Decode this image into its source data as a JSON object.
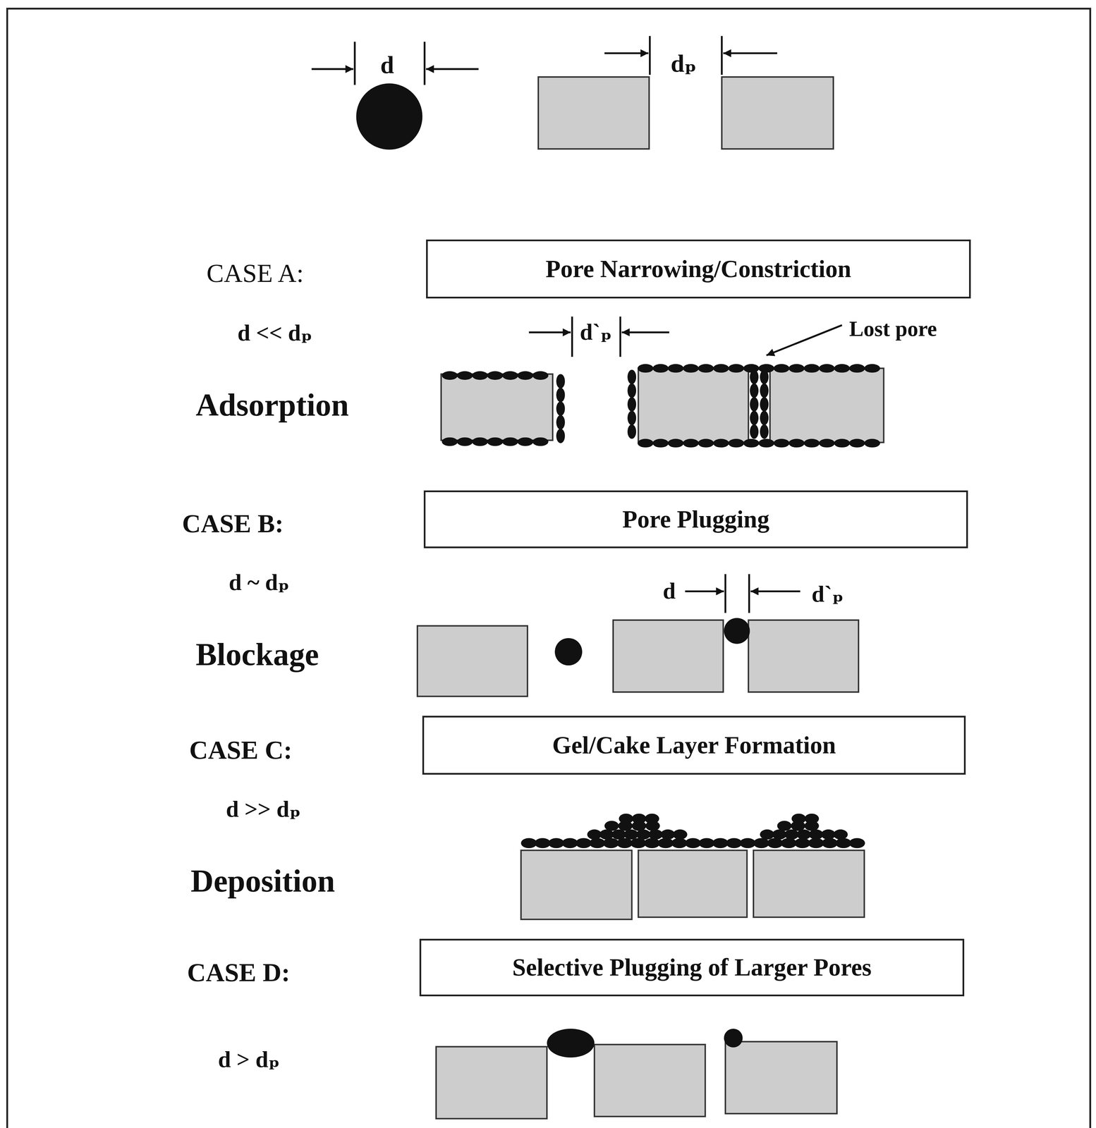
{
  "diagram": {
    "nodes": [
      {
        "text": [
          "Pore Narrowing/Constriction"
        ]
      },
      {
        "text": [
          "Pore Plugging"
        ]
      },
      {
        "text": [
          "Gel/Cake Layer Formation"
        ]
      },
      {
        "text": [
          "Selective Plugging of Larger Pores"
        ]
      }
    ],
    "labels": [
      "d",
      "dₚ",
      "CASE A:",
      "d << dₚ",
      "Adsorption",
      "d`ₚ",
      "Lost pore",
      "CASE B:",
      "d ~ dₚ",
      "Blockage",
      "d",
      "d`ₚ",
      "CASE C:",
      "d >> dₚ",
      "Deposition",
      "CASE D:",
      "d > dₚ"
    ]
  }
}
